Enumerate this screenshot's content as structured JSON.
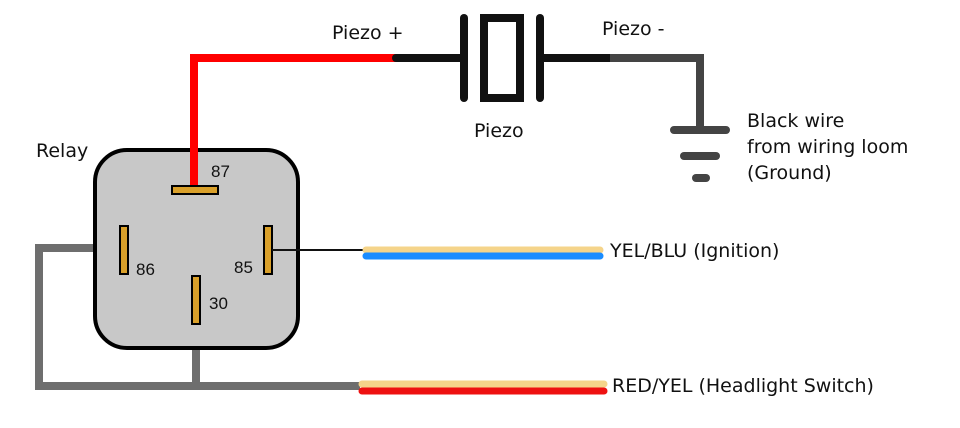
{
  "labels": {
    "relay": "Relay",
    "piezo_plus": "Piezo +",
    "piezo_minus": "Piezo -",
    "piezo": "Piezo",
    "ground_line1": "Black wire",
    "ground_line2": "from wiring loom",
    "ground_line3": "(Ground)",
    "ignition": "YEL/BLU (Ignition)",
    "headlight": "RED/YEL (Headlight Switch)"
  },
  "pins": {
    "p87": "87",
    "p86": "86",
    "p85": "85",
    "p30": "30"
  },
  "colors": {
    "red_wire": "#ff0000",
    "black_wire": "#111111",
    "gray_wire": "#6e6e6e",
    "dark_gray_wire": "#444444",
    "yellow_stripe": "#f5d48a",
    "blue_wire": "#1a8cff",
    "relay_body": "#c8c8c8",
    "pin": "#d9a02a"
  }
}
